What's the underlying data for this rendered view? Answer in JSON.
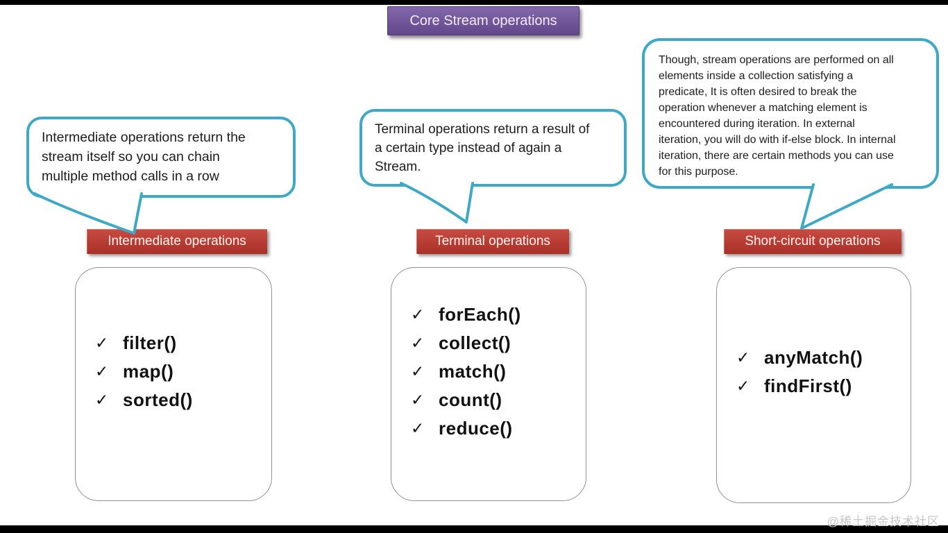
{
  "banner": {
    "label": "Core Stream operations"
  },
  "check_glyph": "✓",
  "watermark": {
    "text": "@稀土掘金技术社区"
  },
  "colors": {
    "banner_purple": "#7B5FA5",
    "callout_teal": "#3EA8C5",
    "label_red": "#BE3B33",
    "box_border_gray": "#909090",
    "bar_black": "#000000"
  },
  "columns": [
    {
      "bubble_text": "Intermediate operations return the\nstream itself so you can chain\nmultiple method calls in a row",
      "label": "Intermediate operations",
      "methods": [
        "filter()",
        "map()",
        "sorted()"
      ]
    },
    {
      "bubble_text": "Terminal operations return a result of\na certain type instead of again a\nStream.",
      "label": "Terminal operations",
      "methods": [
        "forEach()",
        "collect()",
        "match()",
        "count()",
        "reduce()"
      ]
    },
    {
      "bubble_text": "Though, stream operations are performed on all\nelements inside a collection satisfying a\npredicate, It is often desired to break the\noperation whenever a matching element is\nencountered during iteration. In external\niteration, you will do with if-else block. In internal\niteration, there are certain methods you can use\nfor this purpose.",
      "label": "Short-circuit operations",
      "methods": [
        "anyMatch()",
        "findFirst()"
      ]
    }
  ]
}
